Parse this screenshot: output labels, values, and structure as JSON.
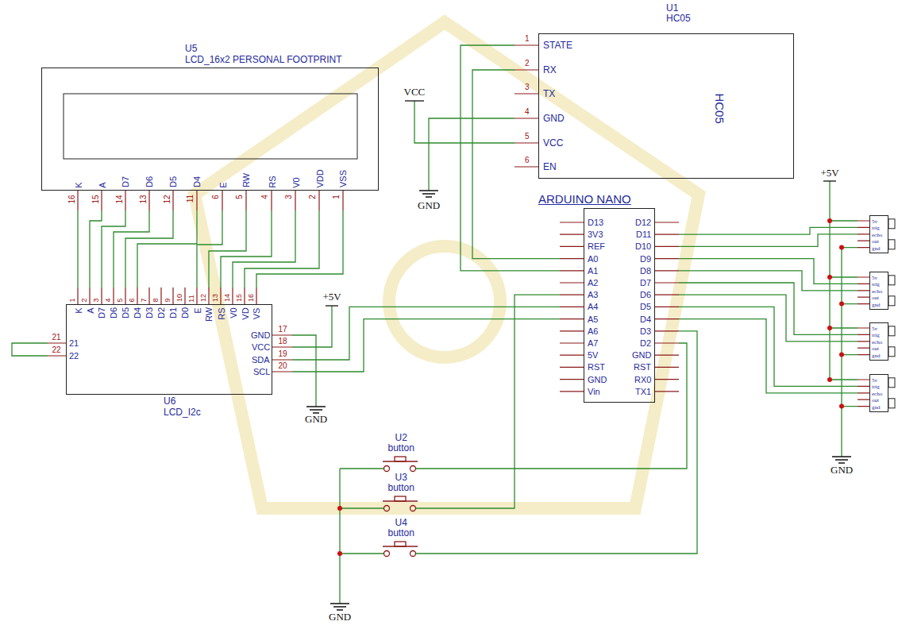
{
  "diagram": {
    "nodes": [
      {
        "text": [
          "U5",
          "LCD_16x2 PERSONAL FOOTPRINT"
        ]
      },
      {
        "text": [
          "U1",
          "HC05",
          "HC05"
        ]
      },
      {
        "text": [
          "U6",
          "LCD_I2c"
        ]
      },
      {
        "text": [
          "ARDUINO NANO"
        ]
      },
      {
        "text": [
          "5v",
          "trig",
          "echo",
          "out",
          "gnd"
        ]
      },
      {
        "text": [
          "5v",
          "trig",
          "echo",
          "out",
          "gnd"
        ]
      },
      {
        "text": [
          "5v",
          "trig",
          "echo",
          "out",
          "gnd"
        ]
      },
      {
        "text": [
          "5v",
          "trig",
          "echo",
          "out",
          "gnd"
        ]
      },
      {
        "text": [
          "U2",
          "button"
        ]
      },
      {
        "text": [
          "U3",
          "button"
        ]
      },
      {
        "text": [
          "U4",
          "button"
        ]
      }
    ],
    "edges": [
      {
        "from": 0,
        "to": 2,
        "arrow": "none"
      },
      {
        "from": 0,
        "to": 2,
        "arrow": "none"
      },
      {
        "from": 0,
        "to": 2,
        "arrow": "none"
      },
      {
        "from": 0,
        "to": 2,
        "arrow": "none"
      },
      {
        "from": 0,
        "to": 2,
        "arrow": "none"
      },
      {
        "from": 0,
        "to": 2,
        "arrow": "none"
      },
      {
        "from": 0,
        "to": 2,
        "arrow": "none"
      },
      {
        "from": 0,
        "to": 2,
        "arrow": "none"
      },
      {
        "from": 0,
        "to": 2,
        "arrow": "none"
      },
      {
        "from": 0,
        "to": 2,
        "arrow": "none"
      },
      {
        "from": 0,
        "to": 2,
        "arrow": "none"
      },
      {
        "from": 0,
        "to": 2,
        "arrow": "none"
      },
      {
        "from": 1,
        "to": 3,
        "arrow": "none"
      },
      {
        "from": 1,
        "to": 3,
        "arrow": "none"
      },
      {
        "from": 3,
        "to": 2,
        "arrow": "none"
      },
      {
        "from": 3,
        "to": 2,
        "arrow": "none"
      },
      {
        "from": 3,
        "to": 4,
        "arrow": "none"
      },
      {
        "from": 3,
        "to": 4,
        "arrow": "none"
      },
      {
        "from": 3,
        "to": 5,
        "arrow": "none"
      },
      {
        "from": 3,
        "to": 5,
        "arrow": "none"
      },
      {
        "from": 3,
        "to": 6,
        "arrow": "none"
      },
      {
        "from": 3,
        "to": 6,
        "arrow": "none"
      },
      {
        "from": 3,
        "to": 7,
        "arrow": "none"
      },
      {
        "from": 3,
        "to": 7,
        "arrow": "none"
      },
      {
        "from": 3,
        "to": 9,
        "arrow": "none"
      },
      {
        "from": 3,
        "to": 8,
        "arrow": "none"
      },
      {
        "from": 3,
        "to": 10,
        "arrow": "none"
      }
    ],
    "labels": [
      "K",
      "A",
      "D7",
      "D6",
      "D5",
      "D4",
      "E",
      "RW",
      "RS",
      "V0",
      "VDD",
      "VSS",
      "16",
      "15",
      "14",
      "13",
      "12",
      "11",
      "6",
      "5",
      "4",
      "3",
      "2",
      "1",
      "1",
      "2",
      "3",
      "4",
      "5",
      "6",
      "7",
      "8",
      "9",
      "10",
      "11",
      "12",
      "13",
      "14",
      "15",
      "16",
      "K",
      "A",
      "D7",
      "D6",
      "D5",
      "D4",
      "D3",
      "D2",
      "D1",
      "D0",
      "E",
      "RW",
      "RS",
      "V0",
      "VD",
      "VS",
      "GND",
      "VCC",
      "SDA",
      "SCL",
      "17",
      "18",
      "19",
      "20",
      "21",
      "22",
      "21",
      "22",
      "1",
      "2",
      "3",
      "4",
      "5",
      "6",
      "STATE",
      "RX",
      "TX",
      "GND",
      "VCC",
      "EN",
      "D13",
      "3V3",
      "REF",
      "A0",
      "A1",
      "A2",
      "A3",
      "A4",
      "A5",
      "A6",
      "A7",
      "5V",
      "RST",
      "GND",
      "Vin",
      "D12",
      "D11",
      "D10",
      "D9",
      "D8",
      "D7",
      "D6",
      "D5",
      "D4",
      "D3",
      "D2",
      "GND",
      "RST",
      "RX0",
      "TX1",
      "VCC",
      "GND",
      "+5V",
      "GND",
      "+5V",
      "GND",
      "GND"
    ]
  }
}
